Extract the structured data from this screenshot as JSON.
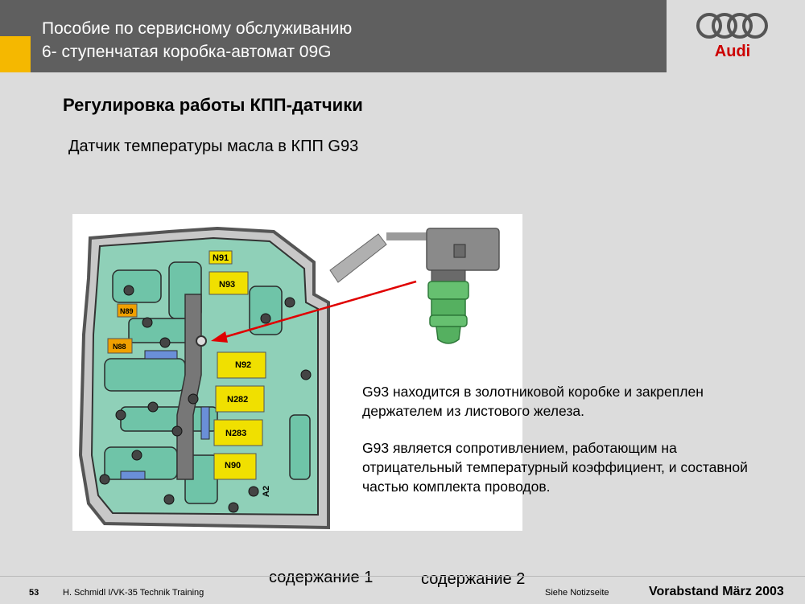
{
  "header": {
    "line1": "Пособие по сервисному обслуживанию",
    "line2": "6- ступенчатая коробка-автомат 09G",
    "accent_color": "#f5b800",
    "band_color": "#5f5f5f"
  },
  "logo": {
    "text": "Audi",
    "brand_color": "#cc0000"
  },
  "section_title": "Регулировка работы КПП-датчики",
  "subtitle": "Датчик температуры масла в КПП G93",
  "diagram": {
    "labels": {
      "n91": "N91",
      "n93": "N93",
      "n89": "N89",
      "n88": "N88",
      "n92": "N92",
      "n282": "N282",
      "n283": "N283",
      "n90": "N90",
      "a2": "A2"
    },
    "arrow_color": "#e00000"
  },
  "description": {
    "p1": "G93 находится в золотниковой коробке и закреплен держателем из листового железа.",
    "p2": "G93 является сопротивлением, работающим на отрицательный температурный коэффициент,  и составной частью комплекта проводов."
  },
  "links": {
    "contents1": "содержание 1",
    "contents2": "содержание 2"
  },
  "footer": {
    "page_number": "53",
    "author": "H. Schmidl I/VK-35  Technik Training",
    "note": "Siehe Notizseite",
    "status": "Vorabstand   März 2003"
  }
}
